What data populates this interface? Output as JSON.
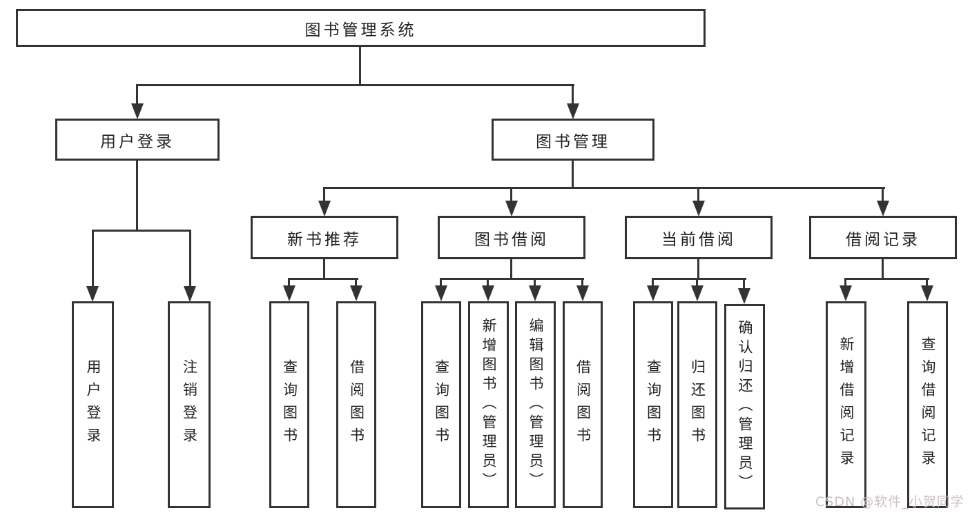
{
  "diagram": {
    "root": {
      "label": "图书管理系统"
    },
    "branches": [
      {
        "label": "用户登录",
        "children": [
          {
            "label": "用户登录"
          },
          {
            "label": "注销登录"
          }
        ]
      },
      {
        "label": "图书管理",
        "children": [
          {
            "label": "新书推荐",
            "children": [
              {
                "label": "查询图书"
              },
              {
                "label": "借阅图书"
              }
            ]
          },
          {
            "label": "图书借阅",
            "children": [
              {
                "label": "查询图书"
              },
              {
                "label": "新增图书（管理员）"
              },
              {
                "label": "编辑图书（管理员）"
              },
              {
                "label": "借阅图书"
              }
            ]
          },
          {
            "label": "当前借阅",
            "children": [
              {
                "label": "查询图书"
              },
              {
                "label": "归还图书"
              },
              {
                "label": "确认归还（管理员）"
              }
            ]
          },
          {
            "label": "借阅记录",
            "children": [
              {
                "label": "新增借阅记录"
              },
              {
                "label": "查询借阅记录"
              }
            ]
          }
        ]
      }
    ],
    "watermark": "CSDN @软件_小贺同学",
    "colors": {
      "line": "#333333",
      "text": "#222222",
      "box_bg": "#ffffff",
      "watermark": "#ccbfbf"
    }
  }
}
